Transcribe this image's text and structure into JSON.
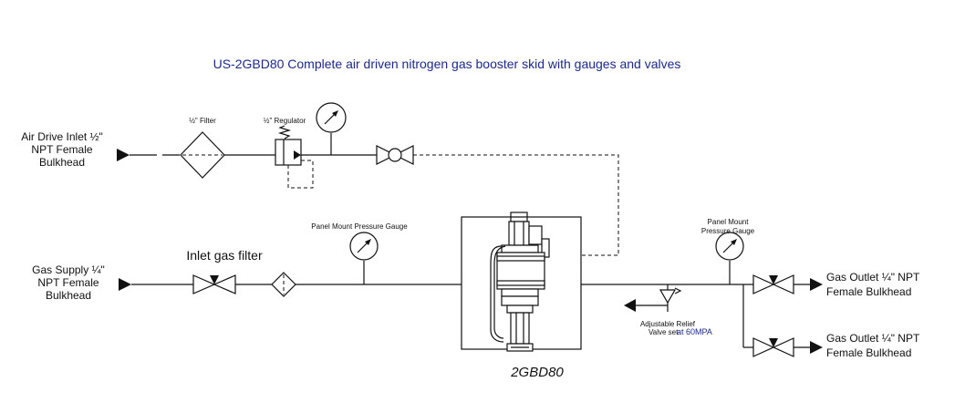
{
  "title": "US-2GBD80  Complete air driven nitrogen gas booster skid with gauges and valves",
  "air_inlet": {
    "line1": "Air Drive Inlet ½\"",
    "line2": "NPT Female",
    "line3": "Bulkhead"
  },
  "air_filter_label": "½\" Filter",
  "regulator_label": "½\" Regulator",
  "gas_supply": {
    "line1": "Gas Supply ¼\"",
    "line2": "NPT Female",
    "line3": "Bulkhead"
  },
  "inlet_gas_filter_label": "Inlet gas filter",
  "panel_gauge_label": "Panel Mount Pressure Gauge",
  "outlet_gauge_label": {
    "line1": "Panel Mount",
    "line2": "Pressure Gauge"
  },
  "relief_valve_label": {
    "line1": "Adjustable Relief",
    "line2": "Valve set",
    "setting": "at 60MPA"
  },
  "outlet_1": {
    "line1": "Gas Outlet ¼\" NPT",
    "line2": "Female Bulkhead"
  },
  "outlet_2": {
    "line1": "Gas Outlet ¼\" NPT",
    "line2": "Female Bulkhead"
  },
  "pump_label": "2GBD80"
}
